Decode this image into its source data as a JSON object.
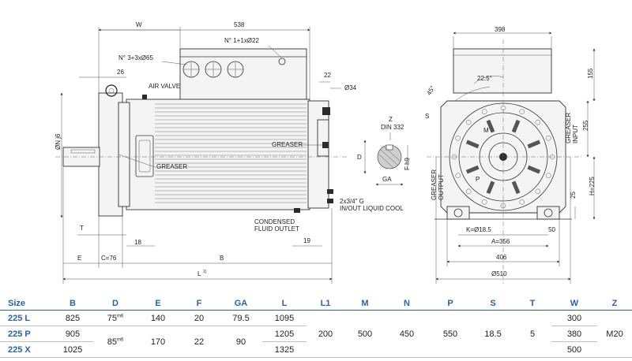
{
  "drawing": {
    "side_view": {
      "top_dims": {
        "w": "W",
        "overall": "538"
      },
      "notes": {
        "holes_22": "N° 1+1xØ22",
        "holes_65": "N° 3+3xØ65",
        "air_valve": "AIR VALVE",
        "greaser_right": "GREASER",
        "greaser_left": "GREASER",
        "liquid_cool": "2x3/4\" G\nIN/OUT LIQUID COOL",
        "condensed": "CONDENSED\nFLUID OUTLET"
      },
      "dims": {
        "d26": "26",
        "d22": "22",
        "d34": "Ø34",
        "dN": "ØN j6",
        "T": "T",
        "d18": "18",
        "d19": "19",
        "E": "E",
        "C76": "C=76",
        "B": "B",
        "L1": "L",
        "L1_sup": "1)"
      }
    },
    "shaft_section": {
      "Z": "Z",
      "din": "DIN 332",
      "D": "D",
      "GA": "GA",
      "F": "F h9"
    },
    "end_view": {
      "dims": {
        "w398": "398",
        "d155": "155",
        "d255": "255",
        "H": "H=225",
        "d25": "25",
        "K": "K=Ø18.5",
        "d50": "50",
        "A": "A=356",
        "d406": "406",
        "d510": "Ø510",
        "a45": "45°",
        "a22": "22.5°",
        "S": "S",
        "M": "M",
        "P": "P",
        "greaser_input": "GREASER\nINPUT",
        "greaser_output": "GREASER\nOUTPUT"
      }
    }
  },
  "table": {
    "columns": [
      "Size",
      "B",
      "D",
      "E",
      "F",
      "GA",
      "L",
      "L1",
      "M",
      "N",
      "P",
      "S",
      "T",
      "W",
      "Z"
    ],
    "d_superscript": "m6",
    "rows": [
      {
        "size": "225 L",
        "B": "825",
        "D": "75",
        "E": "140",
        "F": "20",
        "GA": "79.5",
        "L": "1095",
        "W": "300"
      },
      {
        "size": "225 P",
        "B": "905",
        "D": "85",
        "E": "170",
        "F": "22",
        "GA": "90",
        "L": "1205",
        "W": "380"
      },
      {
        "size": "225 X",
        "B": "1025",
        "L": "1325",
        "W": "500"
      }
    ],
    "shared": {
      "L1": "200",
      "M": "500",
      "N": "450",
      "P": "550",
      "S": "18.5",
      "T": "5",
      "Z": "M20"
    }
  }
}
